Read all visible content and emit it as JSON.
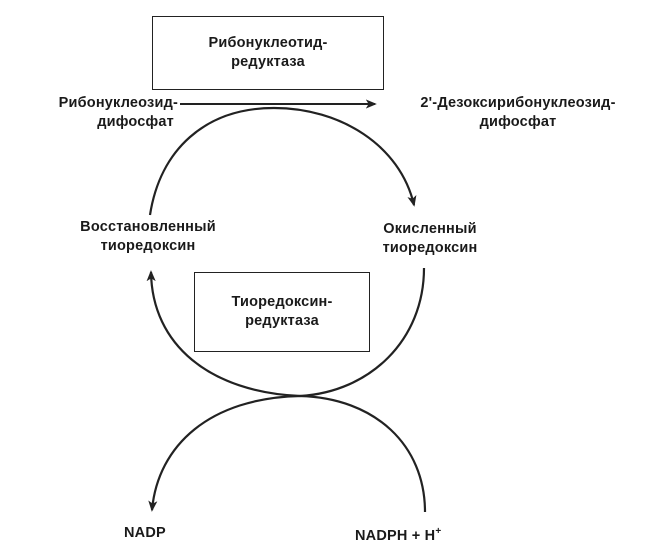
{
  "enzyme_top": {
    "line1": "Рибонуклеотид-",
    "line2": "редуктаза"
  },
  "substrate": {
    "line1": "Рибонуклеозид-",
    "line2": "дифосфат"
  },
  "product": {
    "line1": "2'-Дезоксирибонуклеозид-",
    "line2": "дифосфат"
  },
  "reduced_thioredoxin": {
    "line1": "Восстановленный",
    "line2": "тиоредоксин"
  },
  "oxidized_thioredoxin": {
    "line1": "Окисленный",
    "line2": "тиоредоксин"
  },
  "enzyme_bottom": {
    "line1": "Тиоредоксин-",
    "line2": "редуктаза"
  },
  "nadp": "NADP",
  "nadph": {
    "text": "NADPH + H",
    "superscript": "+"
  },
  "colors": {
    "ink": "#222222",
    "background": "#ffffff"
  }
}
